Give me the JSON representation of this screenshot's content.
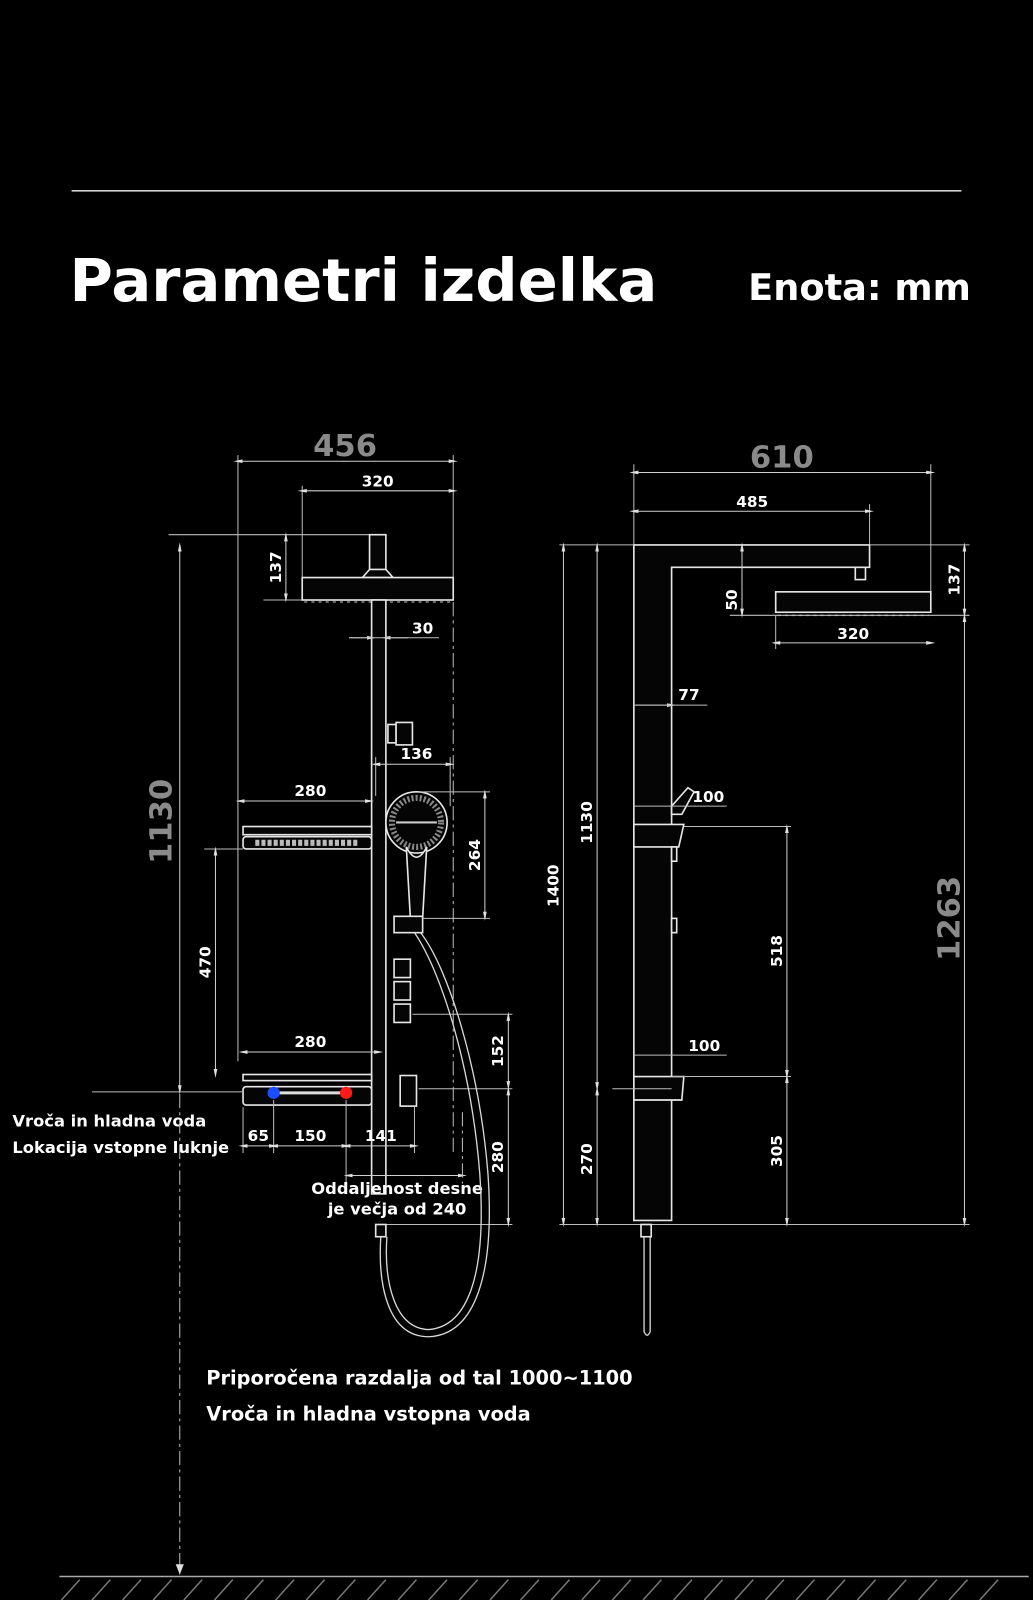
{
  "header": {
    "title": "Parametri izdelka",
    "unit": "Enota: mm"
  },
  "front_view": {
    "width_total": "456",
    "head_width": "320",
    "head_height": "137",
    "height_total": "1130",
    "pipe_dia": "30",
    "handshower_width": "136",
    "handshower_height": "264",
    "shelf_top_width": "280",
    "shelf_gap": "470",
    "shelf_bottom_width": "280",
    "valve_height": "152",
    "inlet_height": "280",
    "inlet_left": "65",
    "inlet_spacing": "150",
    "inlet_right": "141"
  },
  "side_view": {
    "depth_total": "610",
    "arm_length": "485",
    "arm_drop": "50",
    "head_height": "137",
    "head_width": "320",
    "panel_depth": "77",
    "shelf_top_depth": "100",
    "height_1130": "1130",
    "height_1400": "1400",
    "height_1263": "1263",
    "shelf_gap": "518",
    "shelf_bottom_depth": "100",
    "shelf_bottom_height": "305",
    "bottom_height": "270"
  },
  "notes": {
    "inlet_line1": "Vroča in hladna voda",
    "inlet_line2": "Lokacija vstopne luknje",
    "right_line1": "Oddaljenost desne",
    "right_line2": "je večja od 240",
    "floor_line1": "Priporočena razdalja od tal 1000~1100",
    "floor_line2": "Vroča in hladna vstopna voda"
  },
  "colors": {
    "cold": "#1a4dff",
    "hot": "#ff1a1a",
    "background": "#000000"
  }
}
